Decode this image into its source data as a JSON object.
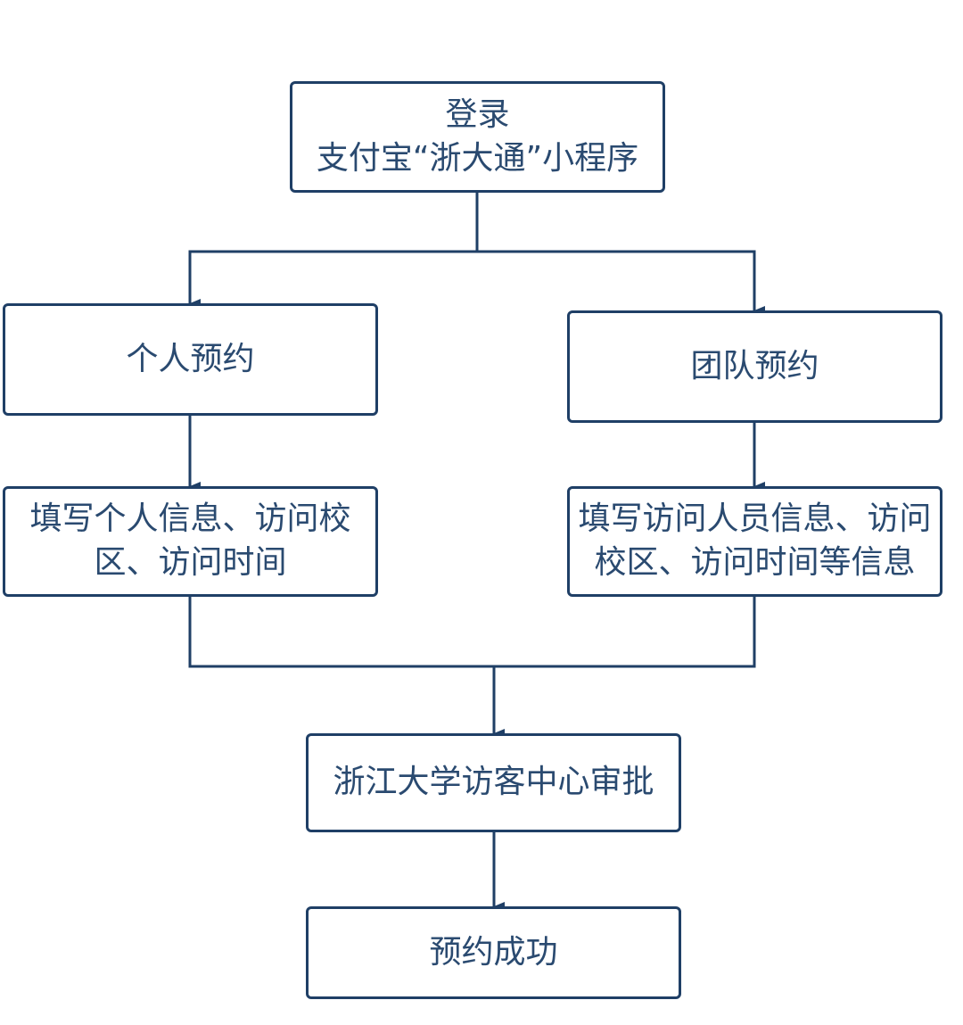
{
  "diagram": {
    "nodes": {
      "login": {
        "lines": [
          "登录",
          "支付宝“浙大通”小程序"
        ]
      },
      "personal": {
        "lines": [
          "个人预约"
        ]
      },
      "team": {
        "lines": [
          "团队预约"
        ]
      },
      "personal_info": {
        "lines": [
          "填写个人信息、访问校",
          "区、访问时间"
        ]
      },
      "team_info": {
        "lines": [
          "填写访问人员信息、访问",
          "校区、访问时间等信息"
        ]
      },
      "approval": {
        "lines": [
          "浙江大学访客中心审批"
        ]
      },
      "success": {
        "lines": [
          "预约成功"
        ]
      }
    },
    "edges": [
      {
        "from": "login",
        "to": "personal"
      },
      {
        "from": "login",
        "to": "team"
      },
      {
        "from": "personal",
        "to": "personal_info"
      },
      {
        "from": "team",
        "to": "team_info"
      },
      {
        "from": "personal_info",
        "to": "approval"
      },
      {
        "from": "team_info",
        "to": "approval"
      },
      {
        "from": "approval",
        "to": "success"
      }
    ],
    "colors": {
      "stroke": "#1f3f66",
      "text": "#2a4a70"
    }
  }
}
